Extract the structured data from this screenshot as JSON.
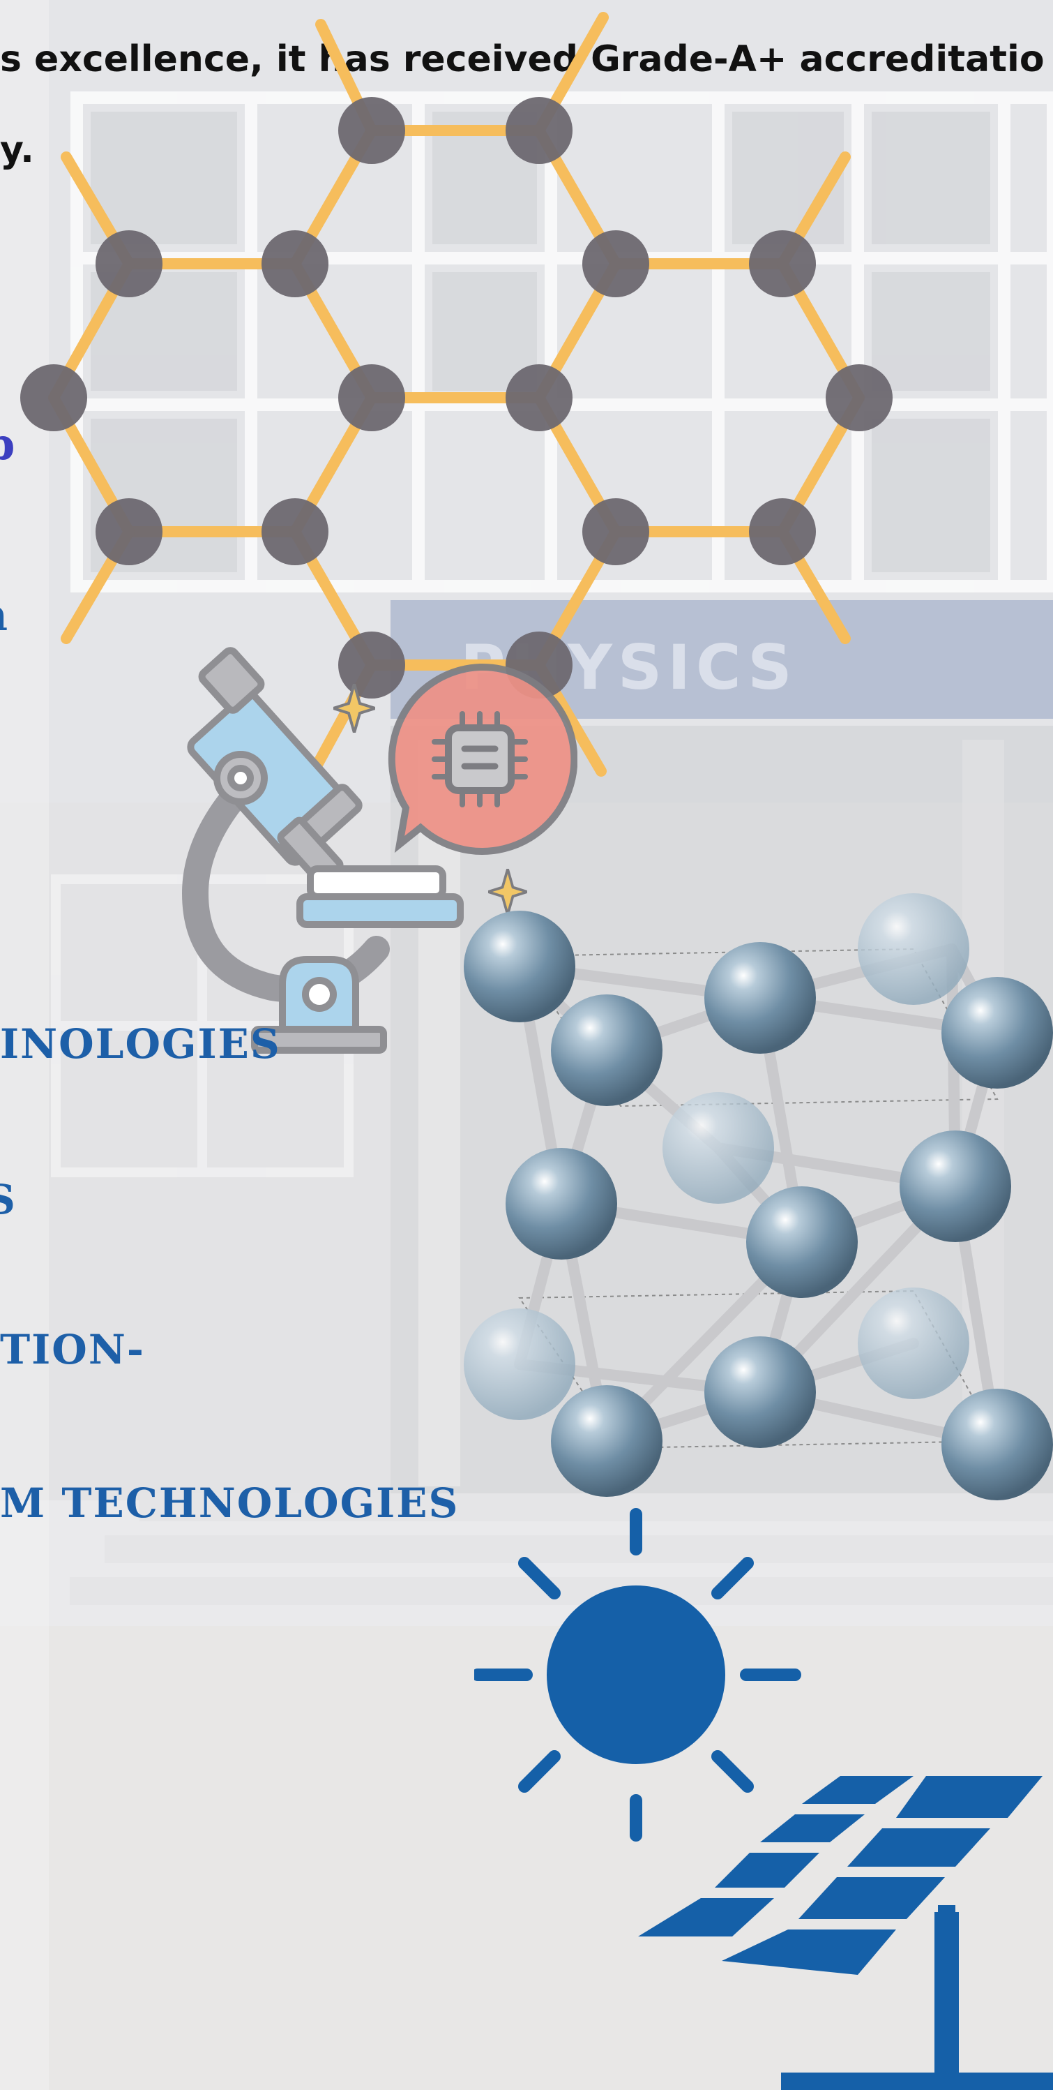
{
  "intro": {
    "line1": "s excellence, it has received Grade-A+ accreditatio",
    "line2": "y."
  },
  "building_sign": "PHYSICS",
  "fragments": [
    "p",
    "n"
  ],
  "programs": [
    "INOLOGIES",
    "S",
    "TION-",
    "M TECHNOLOGIES"
  ],
  "colors": {
    "text": "#111111",
    "program_blue": "#1d5fa8",
    "graphene_bond": "#f6bd5c",
    "graphene_atom": "#6d6870",
    "solar_blue": "#1560a8",
    "crystal_atom": "#6f8ea5"
  },
  "icons": [
    "graphene-lattice-icon",
    "microscope-icon",
    "chip-speech-bubble-icon",
    "crystal-lattice-icon",
    "sun-icon",
    "solar-panel-icon"
  ]
}
